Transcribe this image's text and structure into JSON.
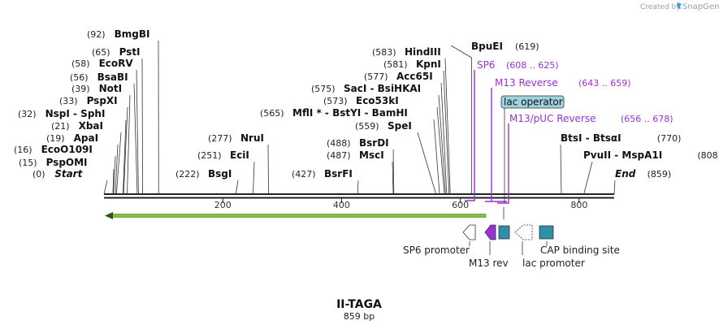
{
  "credit": "Created by",
  "brand": "SnapGene",
  "title": "II-TAGA",
  "subtitle": "859 bp",
  "map": {
    "length": 859
  },
  "ruler": {
    "ticks": [
      200,
      400,
      600,
      800
    ]
  },
  "sites": [
    {
      "name": "BmgBI",
      "pos": "(92)",
      "bp": 92,
      "order": "pos-first"
    },
    {
      "name": "PstI",
      "pos": "(65)",
      "bp": 65,
      "order": "pos-first"
    },
    {
      "name": "EcoRV",
      "pos": "(58)",
      "bp": 58,
      "order": "pos-first"
    },
    {
      "name": "BsaBI",
      "pos": "(56)",
      "bp": 56,
      "order": "pos-first"
    },
    {
      "name": "NotI",
      "pos": "(39)",
      "bp": 39,
      "order": "pos-first"
    },
    {
      "name": "PspXI",
      "pos": "(33)",
      "bp": 33,
      "order": "pos-first"
    },
    {
      "name": "NspI  -  SphI",
      "pos": "(32)",
      "bp": 32,
      "order": "pos-first"
    },
    {
      "name": "XbaI",
      "pos": "(21)",
      "bp": 21,
      "order": "pos-first"
    },
    {
      "name": "ApaI",
      "pos": "(19)",
      "bp": 19,
      "order": "pos-first"
    },
    {
      "name": "EcoO109I",
      "pos": "(16)",
      "bp": 16,
      "order": "pos-first"
    },
    {
      "name": "PspOMI",
      "pos": "(15)",
      "bp": 15,
      "order": "pos-first"
    },
    {
      "name": "Start",
      "pos": "(0)",
      "bp": 0,
      "order": "pos-first",
      "italic": true
    },
    {
      "name": "NruI",
      "pos": "(277)",
      "bp": 277,
      "order": "pos-first"
    },
    {
      "name": "EciI",
      "pos": "(251)",
      "bp": 251,
      "order": "pos-first"
    },
    {
      "name": "BsgI",
      "pos": "(222)",
      "bp": 222,
      "order": "pos-first"
    },
    {
      "name": "BsrDI",
      "pos": "(488)",
      "bp": 488,
      "order": "pos-first"
    },
    {
      "name": "MscI",
      "pos": "(487)",
      "bp": 487,
      "order": "pos-first"
    },
    {
      "name": "BsrFI",
      "pos": "(427)",
      "bp": 427,
      "order": "pos-first"
    },
    {
      "name": "HindIII",
      "pos": "(583)",
      "bp": 583,
      "order": "pos-first"
    },
    {
      "name": "KpnI",
      "pos": "(581)",
      "bp": 581,
      "order": "pos-first"
    },
    {
      "name": "Acc65I",
      "pos": "(577)",
      "bp": 577,
      "order": "pos-first"
    },
    {
      "name": "SacI  -  BsiHKAI",
      "pos": "(575)",
      "bp": 575,
      "order": "pos-first"
    },
    {
      "name": "Eco53kI",
      "pos": "(573)",
      "bp": 573,
      "order": "pos-first"
    },
    {
      "name": "MflI *  -  BstYI  -  BamHI",
      "pos": "(565)",
      "bp": 565,
      "order": "pos-first"
    },
    {
      "name": "SpeI",
      "pos": "(559)",
      "bp": 559,
      "order": "pos-first"
    },
    {
      "name": "BpuEI",
      "pos": "(619)",
      "bp": 619,
      "order": "name-first"
    },
    {
      "name": "BtsI  -  BtsαI",
      "pos": "(770)",
      "bp": 770,
      "order": "name-first"
    },
    {
      "name": "PvuII   -  MspA1I",
      "pos": "(808)",
      "bp": 808,
      "order": "name-first"
    },
    {
      "name": "End",
      "pos": "(859)",
      "bp": 859,
      "order": "name-first",
      "italic": true
    }
  ],
  "primers": [
    {
      "name": "SP6",
      "range": "(608 .. 625)"
    },
    {
      "name": "M13 Reverse",
      "range": "(643 .. 659)"
    },
    {
      "name": "M13/pUC Reverse",
      "range": "(656 .. 678)"
    }
  ],
  "feature_label": "lac operator",
  "features": [
    {
      "name": "SP6 promoter",
      "color": "#ffffff"
    },
    {
      "name": "M13 rev",
      "color": "#9b30d9"
    },
    {
      "name": "lac promoter",
      "color": "#ffffff"
    },
    {
      "name": "CAP binding site",
      "color": "#2e8fa6"
    }
  ],
  "colors": {
    "primer": "#9b30d9",
    "orf_arrow": "#7fc241",
    "operator_fill": "#9fd3df",
    "cap_fill": "#2e8fa6"
  }
}
